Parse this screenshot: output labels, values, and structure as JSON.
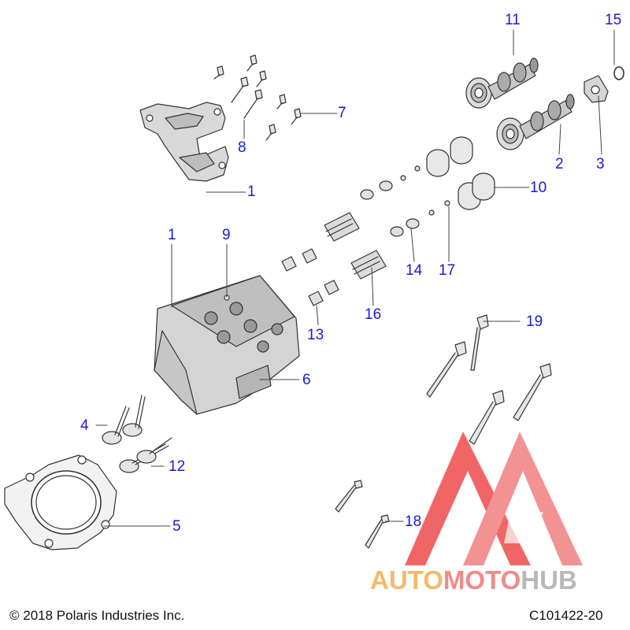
{
  "diagram": {
    "callouts": {
      "c1a": "1",
      "c1b": "1",
      "c2": "2",
      "c3": "3",
      "c4": "4",
      "c5": "5",
      "c6": "6",
      "c7": "7",
      "c8": "8",
      "c9": "9",
      "c10": "10",
      "c11": "11",
      "c12": "12",
      "c13": "13",
      "c14": "14",
      "c15": "15",
      "c16": "16",
      "c17": "17",
      "c18": "18",
      "c19": "19"
    },
    "callout_color": "#1a1ad8",
    "line_color": "#333333"
  },
  "footer": {
    "copyright": "© 2018 Polaris Industries Inc.",
    "drawing_id": "C101422-20"
  },
  "watermark": {
    "auto": "AUTO",
    "moto": "MOTO",
    "hub": "HUB",
    "colors": {
      "auto": "#f4b96a",
      "moto": "#f28a8a",
      "hub": "#b8b8b8",
      "logo": "#e83a3a"
    }
  }
}
